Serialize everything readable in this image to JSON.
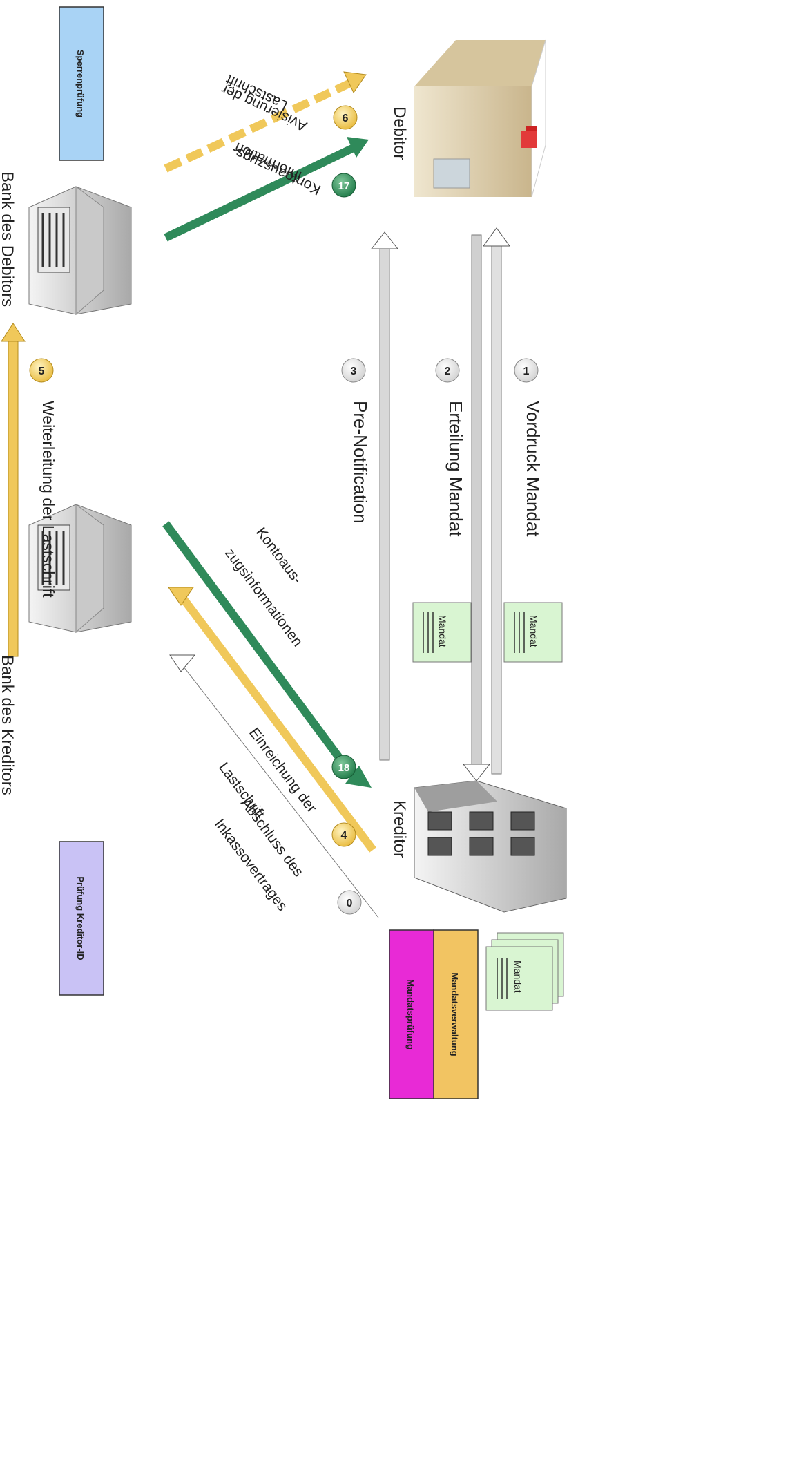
{
  "nodes": {
    "debitor": "Debitor",
    "kreditor": "Kreditor",
    "bank_debitor": "Bank des Debitors",
    "bank_kreditor": "Bank des Kreditors"
  },
  "boxes": {
    "sperrenpruefung": "Sperrenprüfung",
    "pruefung_kreditor_id": "Prüfung Kreditor-ID",
    "mandatsverwaltung": "Mandatsverwaltung",
    "mandatspruefung": "Mandatsprüfung"
  },
  "documents": {
    "mandat_1": "Mandat",
    "mandat_2": "Mandat",
    "mandat_stack": "Mandat"
  },
  "steps": {
    "s1": {
      "num": "1",
      "label": "Vordruck Mandat"
    },
    "s2": {
      "num": "2",
      "label": "Erteilung Mandat"
    },
    "s3": {
      "num": "3",
      "label": "Pre-Notification"
    },
    "s5": {
      "num": "5",
      "label": "Weiterleitung der Lastschrift"
    },
    "s6": {
      "num": "6",
      "label_1": "Avisierung der",
      "label_2": "Lastschrift"
    },
    "s17": {
      "num": "17",
      "label_1": "Kontoauszugs-",
      "label_2": "information"
    },
    "s18": {
      "num": "18",
      "label_1": "Kontoaus-",
      "label_2": "zugsinformationen"
    },
    "s4": {
      "num": "4",
      "label_1": "Einreichung der",
      "label_2": "Lastschrift"
    },
    "s0": {
      "num": "0",
      "label_1": "Abschluss des",
      "label_2": "Inkassovertrages"
    }
  },
  "colors": {
    "yellow": "#f0c85a",
    "green": "#2f8a5a",
    "gray": "#b8b8b8",
    "sperren_box": "#a9d3f5",
    "kreditor_id_box": "#c9c2f5",
    "mandatsverwaltung_box": "#f2c462",
    "mandatspruefung_box": "#e82ad6",
    "mandat_doc": "#d9f5d2"
  }
}
